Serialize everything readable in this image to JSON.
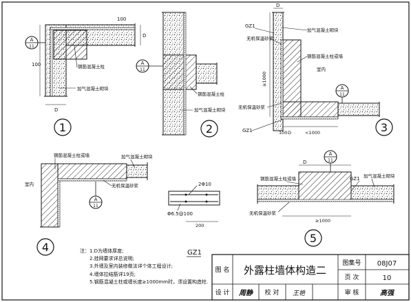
{
  "labels": {
    "rc_column": "钢筋混凝土柱",
    "aerated_block": "加气混凝土砌块",
    "inorganic_mortar": "无机保温砂浆",
    "rc_column_or_wall": "钢筋混凝土柱或墙",
    "indoor": "室内",
    "gz1": "GZ1",
    "dim_100": "100",
    "dim_d": "D",
    "dim_ge1000": "≥1000",
    "dim_lt1000": "<1000",
    "dim_200": "200",
    "rebar_main": "2Φ10",
    "rebar_stirrup": "Φ6.5@100",
    "gz1_title": "GZ1"
  },
  "detail_ref": {
    "top": "A",
    "bottom": "11"
  },
  "detail_numbers": [
    "1",
    "2",
    "3",
    "4",
    "5"
  ],
  "notes": {
    "title": "注：1.D为墙体厚度;",
    "items": [
      "2.挂网要求详总说明;",
      "3.外墙及室内装修做法详个体工程设计;",
      "4.墙体拉结筋详19页;",
      "5.钢筋混凝土柱或墙长度≥1000mm时，须设置构造柱."
    ]
  },
  "title_block": {
    "tu_ming_label": "图 名",
    "title": "外露柱墙体构造二",
    "atlas_no_label": "图集号",
    "atlas_no": "08J07",
    "page_label": "页 次",
    "page": "10",
    "design_label": "设 计",
    "design_sig": "周静",
    "check_label": "校 对",
    "check_sig": "王艳",
    "review_label": "审 核",
    "review_sig": "高强"
  }
}
